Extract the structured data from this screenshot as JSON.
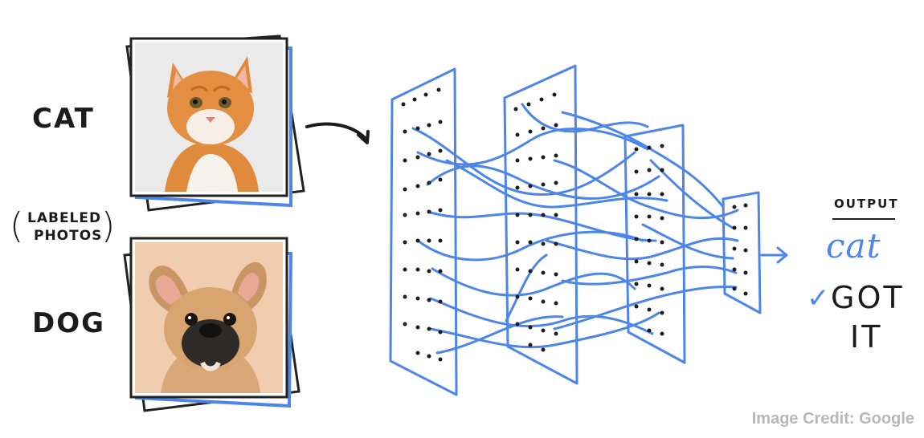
{
  "labels": {
    "cat": "CAT",
    "dog": "DOG",
    "labeled_line1": "LABELED",
    "labeled_line2": "PHOTOS",
    "paren_open": "(",
    "paren_close": ")"
  },
  "output": {
    "title": "OUTPUT",
    "prediction": "cat",
    "check": "✓",
    "confirm_line1": "GOT",
    "confirm_line2": "IT"
  },
  "credit": "Image Credit: Google",
  "colors": {
    "accent_blue": "#4d86e8",
    "ink": "#1c1c1c",
    "cat_photo_bg": "#eeeeee",
    "cat_fur": "#e08a3c",
    "dog_photo_bg": "#f1cdb0",
    "dog_fur": "#d9a877"
  }
}
